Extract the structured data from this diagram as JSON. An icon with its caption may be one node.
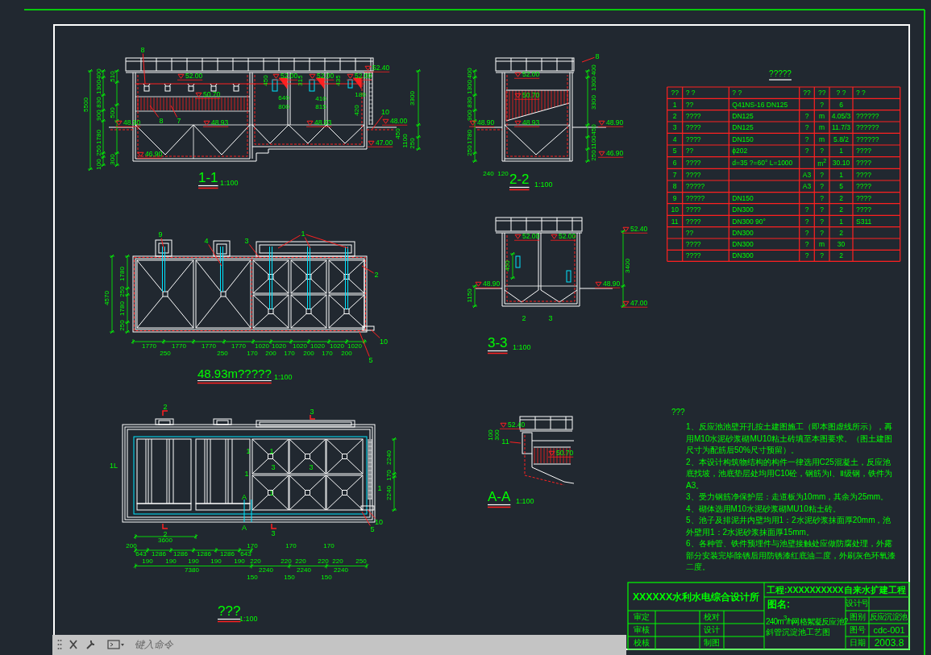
{
  "diagram": {
    "nodes": [
      {
        "text": [
          "8"
        ]
      },
      {
        "text": [
          "8"
        ]
      },
      {
        "text": [
          "7"
        ]
      },
      {
        "text": [
          "10"
        ]
      },
      {
        "text": [
          "8"
        ]
      },
      {
        "text": [
          "9"
        ]
      },
      {
        "text": [
          "4"
        ]
      },
      {
        "text": [
          "3"
        ]
      },
      {
        "text": [
          "1"
        ]
      },
      {
        "text": [
          "2"
        ]
      },
      {
        "text": [
          "10"
        ]
      },
      {
        "text": [
          "5"
        ]
      },
      {
        "text": [
          "10"
        ]
      },
      {
        "text": [
          "5"
        ]
      },
      {
        "text": [
          "11"
        ]
      }
    ],
    "edges": [
      {
        "from": 0,
        "to": null,
        "arrow": "none"
      },
      {
        "from": 1,
        "to": null,
        "arrow": "none"
      },
      {
        "from": 2,
        "to": null,
        "arrow": "none"
      },
      {
        "from": 3,
        "to": null,
        "arrow": "none"
      },
      {
        "from": 4,
        "to": null,
        "arrow": "none"
      },
      {
        "from": 5,
        "to": null,
        "arrow": "none"
      },
      {
        "from": 6,
        "to": null,
        "arrow": "none"
      },
      {
        "from": 7,
        "to": null,
        "arrow": "none"
      },
      {
        "from": 8,
        "to": null,
        "arrow": "none"
      },
      {
        "from": 8,
        "to": null,
        "arrow": "none"
      },
      {
        "from": 8,
        "to": null,
        "arrow": "none"
      },
      {
        "from": 9,
        "to": null,
        "arrow": "none"
      },
      {
        "from": 10,
        "to": null,
        "arrow": "none"
      },
      {
        "from": 11,
        "to": null,
        "arrow": "none"
      },
      {
        "from": 12,
        "to": null,
        "arrow": "none"
      },
      {
        "from": 13,
        "to": null,
        "arrow": "none"
      },
      {
        "from": 14,
        "to": null,
        "arrow": "none"
      }
    ],
    "labels": [
      "52.40",
      "52.00",
      "52.00",
      "52.00",
      "52.00",
      "400",
      "5500",
      "1300",
      "510",
      "830",
      "450",
      "315",
      "435",
      "50.70",
      "180",
      "640",
      "410",
      "3300",
      "800",
      "815",
      "900",
      "500",
      "420",
      "1780",
      "48.90",
      "48.93",
      "48.93",
      "48.00",
      "450",
      "1100",
      "250",
      "47.00",
      "250",
      "46.90",
      "100",
      "300",
      "1-1",
      "1:100",
      "400",
      "52.00",
      "1300",
      "400",
      "1300",
      "50.70",
      "830",
      "3300",
      "900",
      "48.90",
      "48.93",
      "48.90",
      "450",
      "1780",
      "1100",
      "250",
      "250",
      "46.90",
      "240",
      "120",
      "2-2",
      "1:100",
      "52.40",
      "52.00",
      "52.00",
      "450",
      "3400",
      "48.90",
      "48.90",
      "1150",
      "47.00",
      "2",
      "3",
      "3-3",
      "1:100",
      "52.40",
      "100",
      "300",
      "50.70",
      "A-A",
      "1:100",
      "4570",
      "1780",
      "250",
      "1780",
      "250",
      "1770",
      "1770",
      "1770",
      "1770",
      "1020",
      "1020",
      "1020",
      "1020",
      "1020",
      "1020",
      "250",
      "250",
      "170",
      "200",
      "170",
      "200",
      "170",
      "200",
      "48.93m?????",
      "1:100",
      "2",
      "3",
      "1",
      "1",
      "3",
      "3",
      "1",
      "1L",
      "1",
      "A",
      "2240",
      "170",
      "2240",
      "1",
      "A",
      "2",
      "3",
      "3600",
      "200",
      "170",
      "170",
      "170",
      "643",
      "1286",
      "1286",
      "1286",
      "1286",
      "643",
      "190",
      "190",
      "190",
      "190",
      "190",
      "220",
      "220",
      "220",
      "220",
      "220",
      "250",
      "7380",
      "2240",
      "2240",
      "2240",
      "150",
      "150",
      "150",
      "???",
      "1:100",
      "?????",
      "??",
      "? ?",
      "? ?",
      "??",
      "??",
      "? ?",
      "? ?",
      "1",
      "??",
      "Q41NS-16 DN125",
      "?",
      "6",
      "2",
      "????",
      "DN125",
      "?",
      "m",
      "4.05/3",
      "??????",
      "3",
      "????",
      "DN125",
      "?",
      "m",
      "11.7/3",
      "??????",
      "4",
      "????",
      "DN150",
      "?",
      "m",
      "5.8/2",
      "??????",
      "5",
      "??",
      "ϕ202",
      "?",
      "?",
      "1",
      "????",
      "6",
      "????",
      "d=35 ?=60° L=1000",
      "m$^{2}$",
      "30.10",
      "????",
      "7",
      "????",
      "A3",
      "?",
      "1",
      "????",
      "8",
      "?????",
      "A3",
      "?",
      "5",
      "????",
      "9",
      "?????",
      "DN150",
      "?",
      "2",
      "????",
      "10",
      "????",
      "DN300",
      "?",
      "?",
      "2",
      "????",
      "11",
      "????",
      "DN300 90°",
      "?",
      "?",
      "1",
      "S311",
      "??",
      "DN300",
      "?",
      "?",
      "2",
      "????",
      "DN300",
      "?",
      "m",
      "30",
      "????",
      "DN300",
      "?",
      "?",
      "2",
      "???",
      "1、反应池池壁开孔按土建图施工（即本图虚线所示），再用M10水泥砂浆砌MU10粘土砖填至本图要求。（图土建图尺寸为配筋后50%尺寸预留）。",
      "2、本设计构筑物结构的构件一律选用C25混凝土，反应池底找坡，池底垫层处均用C10砼，钢筋为Ⅰ、Ⅱ级钢，铁件为A3。",
      "3、受力钢筋净保护层：走道板为10mm，其余为25mm。",
      "4、砌体选用M10水泥砂浆砌MU10粘土砖。",
      "5、池子及排泥井内壁均用1：2水泥砂浆抹面厚20mm，池外壁用1：2水泥砂浆抹面厚15mm。",
      "6、各种管、铁件预埋件与池壁接触处应做防腐处理，外露部分安装完毕除锈后用防锈漆红底油二度，外刷灰色环氧漆二度。",
      "XXXXXX水利水电综合设计所",
      "工程:XXXXXXXXXX自来水扩建工程",
      "图名:",
      "设计号",
      "审定",
      "校对",
      "240m$^{3}$/h网格絮凝反应池?",
      "图别",
      "反应沉淀池",
      "审核",
      "设计",
      "斜管沉淀池工艺图",
      "图号",
      "cdc-001",
      "校核",
      "制图",
      "日期",
      "2003.8",
      "键入命令"
    ]
  }
}
